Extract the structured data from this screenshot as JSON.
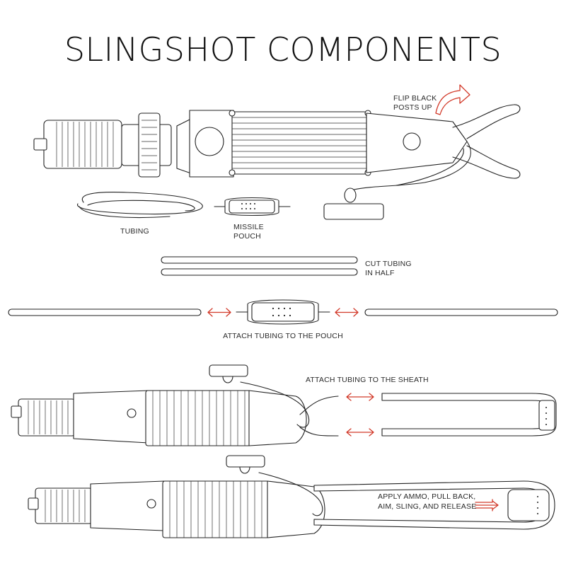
{
  "title": "SLINGSHOT COMPONENTS",
  "labels": {
    "flip_line1": "FLIP BLACK",
    "flip_line2": "POSTS UP",
    "tubing": "TUBING",
    "pouch_line1": "MISSILE",
    "pouch_line2": "POUCH",
    "cut_line1": "CUT TUBING",
    "cut_line2": "IN HALF",
    "attach_pouch": "ATTACH TUBING TO THE POUCH",
    "attach_sheath": "ATTACH TUBING TO THE SHEATH",
    "apply_line1": "APPLY AMMO, PULL BACK,",
    "apply_line2": "AIM, SLING, AND RELEASE"
  },
  "colors": {
    "ink": "#222222",
    "accent_arrow": "#d23a2a",
    "background": "#ffffff"
  },
  "icons": [
    "curved-arrow-icon",
    "double-arrow-icon",
    "right-arrow-icon"
  ]
}
